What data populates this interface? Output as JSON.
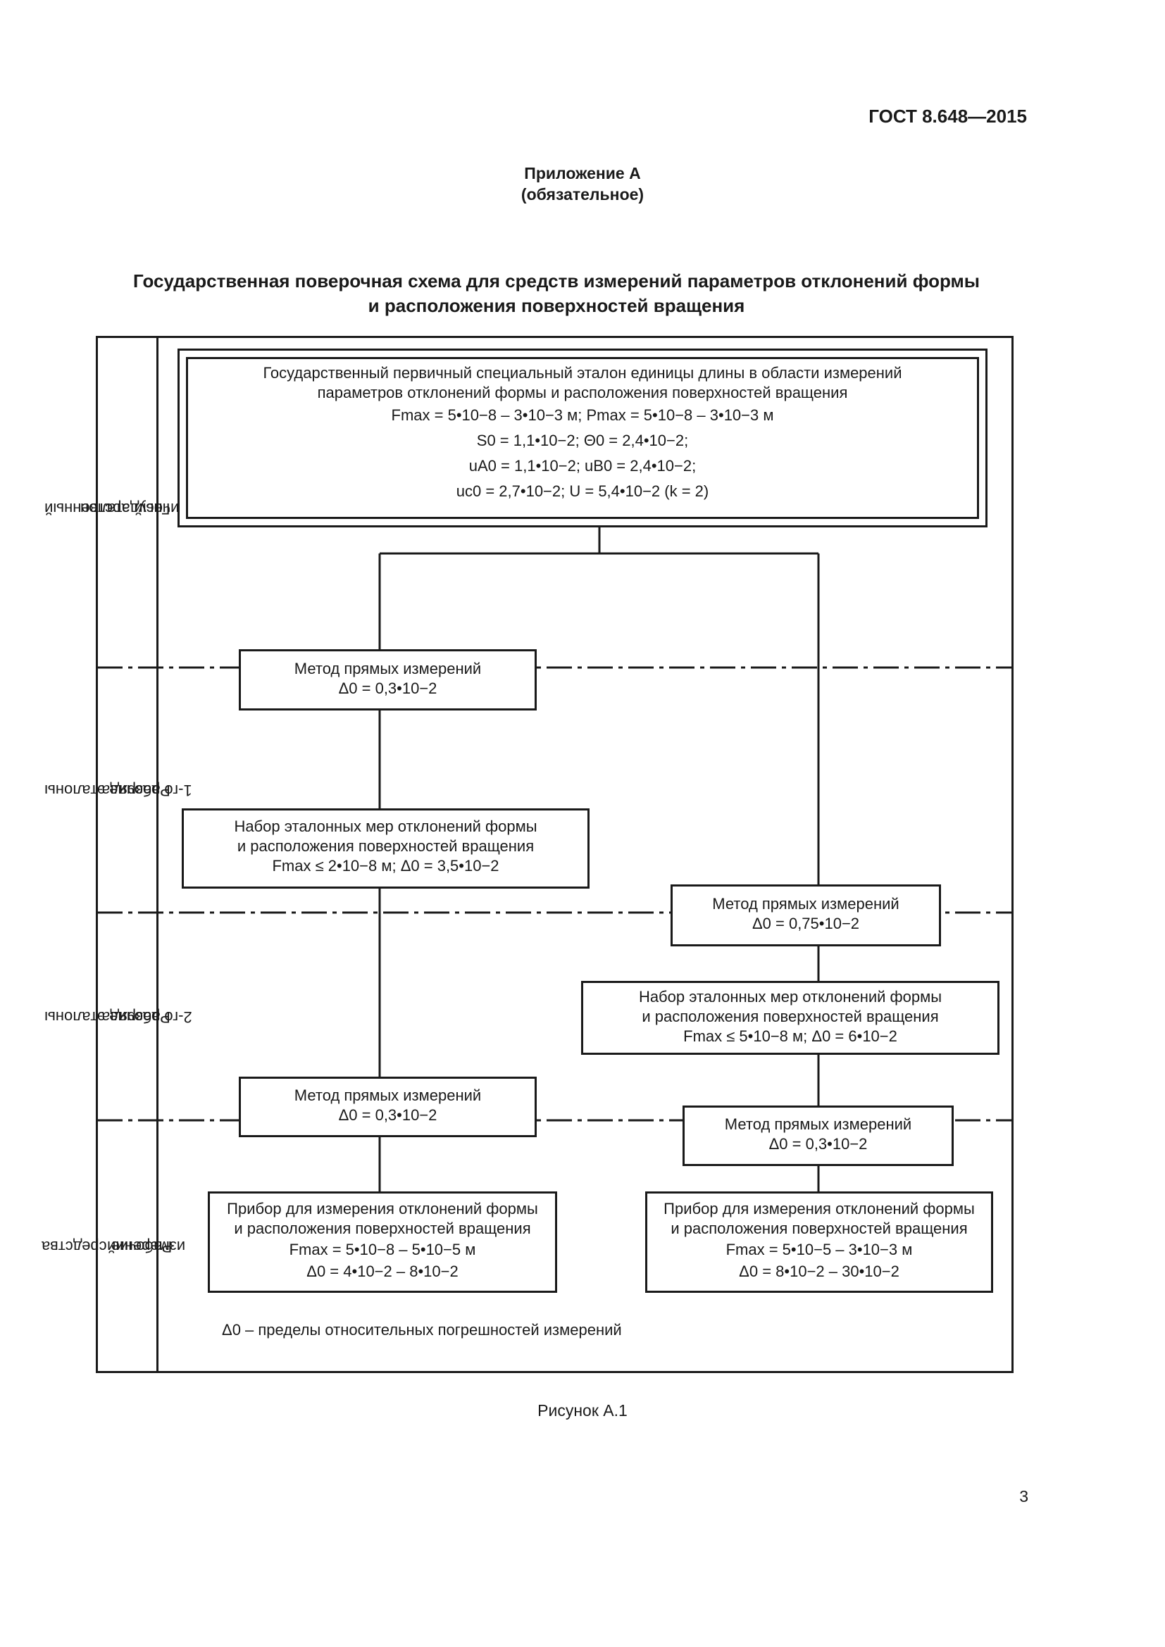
{
  "header": {
    "doc_code": "ГОСТ 8.648—2015"
  },
  "appendix": {
    "title": "Приложение А",
    "status": "(обязательное)"
  },
  "figure": {
    "title_line1": "Государственная поверочная схема для средств измерений параметров отклонений формы",
    "title_line2": "и расположения поверхностей вращения",
    "caption": "Рисунок А.1",
    "note": "Δ0 – пределы относительных погрешностей измерений"
  },
  "rows": {
    "primary": {
      "line1": "Государственный",
      "line2": "первичный эталон"
    },
    "rank1": {
      "line1": "Рабочие эталоны",
      "line2": "1-го разряда"
    },
    "rank2": {
      "line1": "Рабочие эталоны",
      "line2": "2-го разряда"
    },
    "working": {
      "line1": "Рабочие средства",
      "line2": "измерений"
    }
  },
  "boxes": {
    "primary": {
      "line1": "Государственный первичный специальный эталон единицы длины в области измерений",
      "line2": "параметров отклонений формы и расположения поверхностей вращения",
      "p1": "Fmax = 5•10−8 – 3•10−3 м;   Pmax = 5•10−8 – 3•10−3 м",
      "p2": "S0 = 1,1•10−2;   Θ0 = 2,4•10−2;",
      "p3": "uA0 = 1,1•10−2;   uB0 = 2,4•10−2;",
      "p4": "uc0 = 2,7•10−2;   U = 5,4•10−2   (k = 2)"
    },
    "method_l1": {
      "line1": "Метод прямых измерений",
      "line2": "Δ0 = 0,3•10−2"
    },
    "set_l1": {
      "line1": "Набор эталонных мер отклонений формы",
      "line2": "и расположения поверхностей вращения",
      "line3": "Fmax ≤ 2•10−8 м; Δ0 = 3,5•10−2"
    },
    "method_r1": {
      "line1": "Метод прямых измерений",
      "line2": "Δ0 = 0,75•10−2"
    },
    "set_r2": {
      "line1": "Набор эталонных мер отклонений формы",
      "line2": "и расположения поверхностей вращения",
      "line3": "Fmax ≤ 5•10−8 м; Δ0 = 6•10−2"
    },
    "method_l2": {
      "line1": "Метод прямых измерений",
      "line2": "Δ0 = 0,3•10−2"
    },
    "method_r2": {
      "line1": "Метод прямых измерений",
      "line2": "Δ0 = 0,3•10−2"
    },
    "device_l": {
      "line1": "Прибор для измерения отклонений формы",
      "line2": "и расположения поверхностей вращения",
      "line3": "Fmax = 5•10−8 – 5•10−5 м",
      "line4": "Δ0 = 4•10−2 – 8•10−2"
    },
    "device_r": {
      "line1": "Прибор для измерения отклонений формы",
      "line2": "и расположения поверхностей вращения",
      "line3": "Fmax = 5•10−5 – 3•10−3 м",
      "line4": "Δ0 = 8•10−2 – 30•10−2"
    }
  },
  "page": {
    "number": "3"
  }
}
